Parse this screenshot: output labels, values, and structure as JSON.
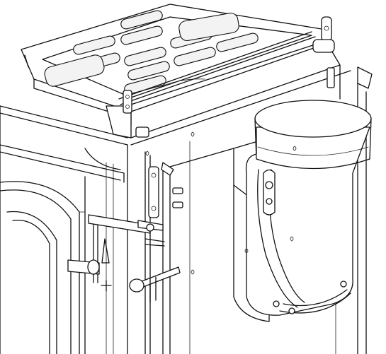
{
  "image": {
    "background": "#ffffff",
    "line_color": "#111111"
  },
  "parts": [
    {
      "id": "cooktop-grate",
      "icon": "grate-icon"
    },
    {
      "id": "stove-body",
      "icon": "stove-icon"
    },
    {
      "id": "arched-door",
      "icon": "door-icon"
    },
    {
      "id": "pivot-hinge",
      "icon": "hinge-icon"
    },
    {
      "id": "flue-elbow",
      "icon": "pipe-elbow-icon"
    },
    {
      "id": "side-handle",
      "icon": "handle-icon"
    }
  ]
}
